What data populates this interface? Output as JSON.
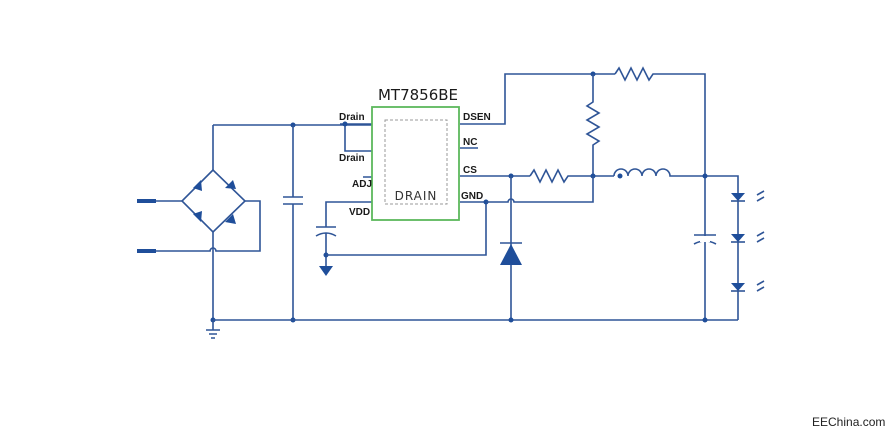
{
  "chip": {
    "title": "MT7856BE",
    "pad_label": "DRAIN",
    "pins_left": [
      "Drain",
      "Drain",
      "ADJ",
      "VDD"
    ],
    "pins_right": [
      "DSEN",
      "NC",
      "CS",
      "GND"
    ]
  },
  "watermark": "EEChina.com",
  "colors": {
    "wire": "#2f5597",
    "chip_border": "#5cb85c"
  }
}
